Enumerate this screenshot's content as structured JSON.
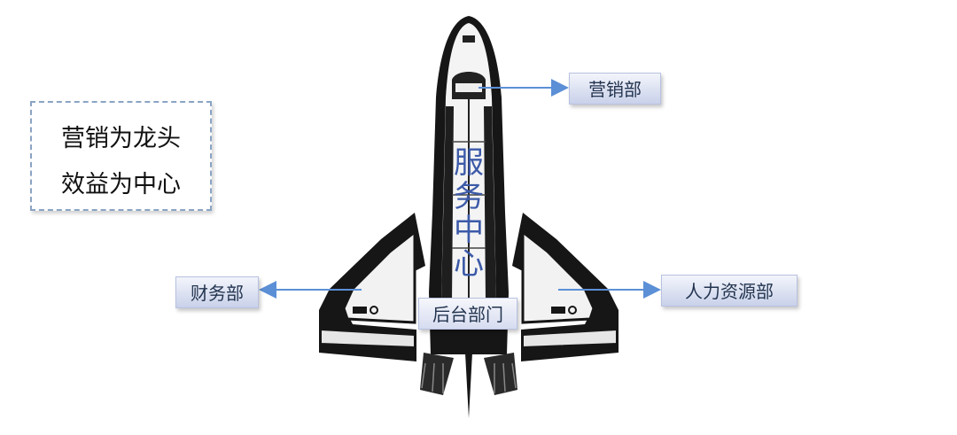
{
  "slogan": {
    "line1": "营销为龙头",
    "line2": "效益为中心"
  },
  "departments": {
    "marketing": "营销部",
    "finance": "财务部",
    "hr": "人力资源部",
    "backoffice": "后台部门"
  },
  "service_center": [
    "服",
    "务",
    "中",
    "心"
  ],
  "colors": {
    "arrow": "#5b8fd6",
    "tag_text": "#23344f",
    "service_text": "#3c5aa8",
    "box_border": "#8aa4c4"
  }
}
